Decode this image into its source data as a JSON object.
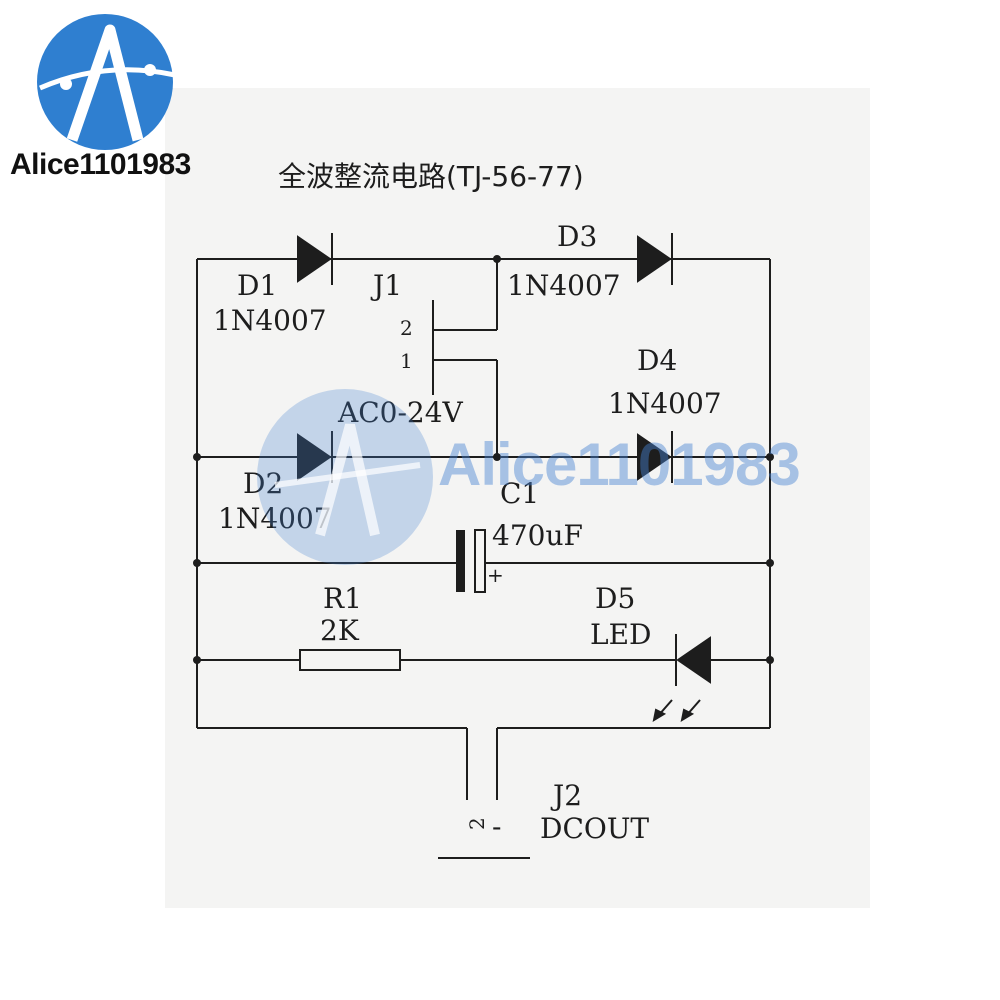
{
  "brand": {
    "logo_text": "Alice1101983",
    "watermark_text": "Alice1101983",
    "accent": "#2f7fd0"
  },
  "diagram": {
    "title": "全波整流电路(TJ-56-77)",
    "components": {
      "d1": {
        "ref": "D1",
        "part": "1N4007"
      },
      "d2": {
        "ref": "D2",
        "part": "1N4007"
      },
      "d3": {
        "ref": "D3",
        "part": "1N4007"
      },
      "d4": {
        "ref": "D4",
        "part": "1N4007"
      },
      "j1": {
        "ref": "J1",
        "pin2": "2",
        "pin1": "1",
        "label": "AC0-24V"
      },
      "c1": {
        "ref": "C1",
        "value": "470uF",
        "polarity": "+"
      },
      "r1": {
        "ref": "R1",
        "value": "2K"
      },
      "d5": {
        "ref": "D5",
        "part": "LED"
      },
      "j2": {
        "ref": "J2",
        "label": "DCOUT",
        "pin2": "2",
        "pin1": "-"
      }
    }
  }
}
